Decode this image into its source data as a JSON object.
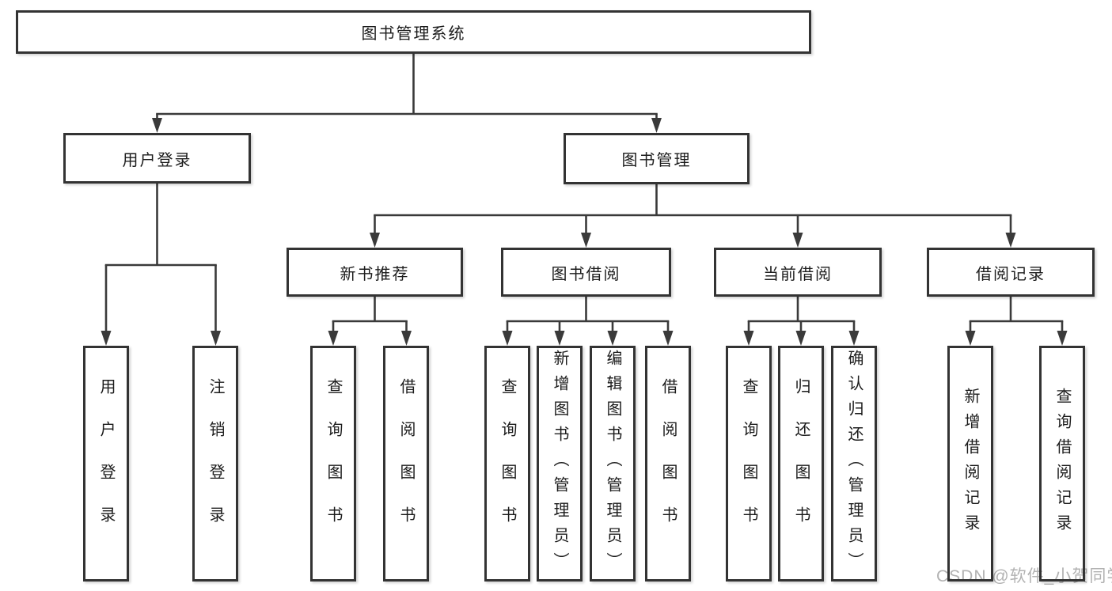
{
  "diagram": {
    "root": {
      "label": "图书管理系统"
    },
    "branches": [
      {
        "label": "用户登录",
        "children": [
          {
            "label": "用户登录"
          },
          {
            "label": "注销登录"
          }
        ]
      },
      {
        "label": "图书管理",
        "children": [
          {
            "label": "新书推荐",
            "children": [
              {
                "label": "查询图书"
              },
              {
                "label": "借阅图书"
              }
            ]
          },
          {
            "label": "图书借阅",
            "children": [
              {
                "label": "查询图书"
              },
              {
                "label": "新增图书（管理员）"
              },
              {
                "label": "编辑图书（管理员）"
              },
              {
                "label": "借阅图书"
              }
            ]
          },
          {
            "label": "当前借阅",
            "children": [
              {
                "label": "查询图书"
              },
              {
                "label": "归还图书"
              },
              {
                "label": "确认归还（管理员）"
              }
            ]
          },
          {
            "label": "借阅记录",
            "children": [
              {
                "label": "新增借阅记录"
              },
              {
                "label": "查询借阅记录"
              }
            ]
          }
        ]
      }
    ]
  },
  "colors": {
    "line": "#3a3a3a",
    "border": "#333333",
    "text": "#1c1c1c",
    "watermark_color": "#b2b2b2"
  },
  "watermark": {
    "text": "CSDN @软件_小贺同学"
  }
}
